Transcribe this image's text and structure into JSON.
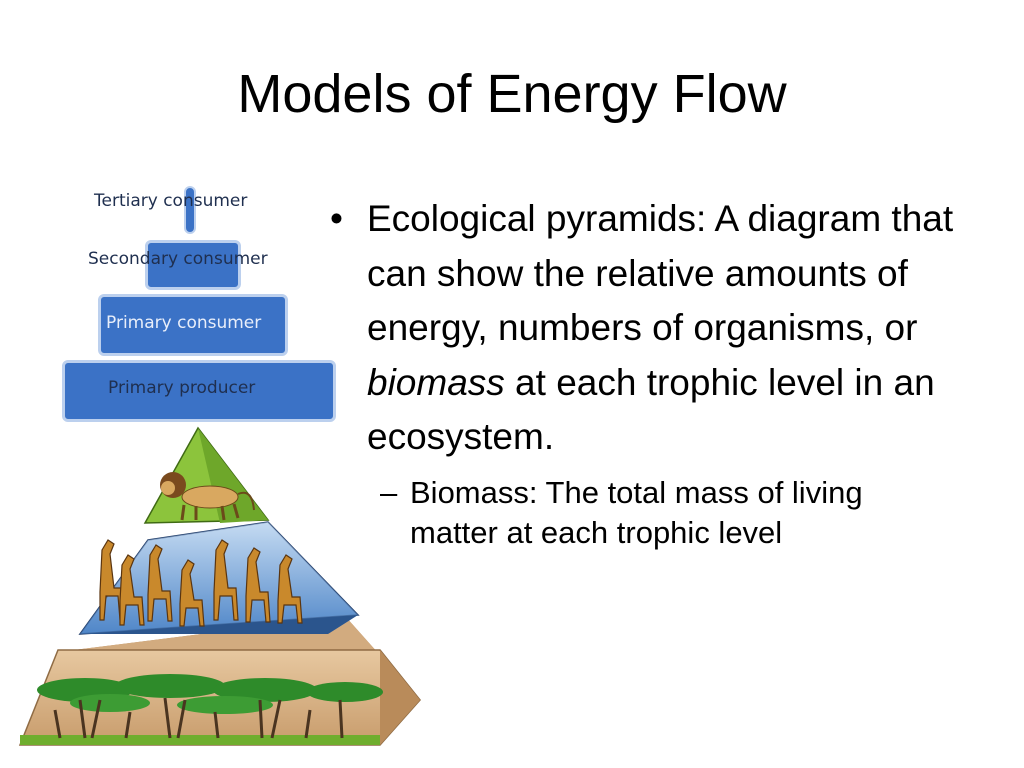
{
  "slide": {
    "title": "Models of Energy Flow",
    "bullet": {
      "symbol": "•",
      "lead": "Ecological pyramids:  A diagram that can show the relative amounts of energy, numbers of organisms, or ",
      "emphasis": "biomass",
      "tail": " at each trophic level in an ecosystem."
    },
    "sub_bullet": {
      "symbol": "–",
      "text": "Biomass:  The total mass of living matter at each trophic level"
    }
  },
  "energy_pyramid": {
    "levels": [
      "Tertiary consumer",
      "Secondary consumer",
      "Primary consumer",
      "Primary producer"
    ],
    "color": "#3b72c6"
  },
  "illustration": {
    "tiers": [
      "lion",
      "giraffes",
      "acacia-trees"
    ],
    "colors": {
      "top": "#8cc43c",
      "middle": "#6f9fd6",
      "bottom": "#d9b48a"
    }
  }
}
